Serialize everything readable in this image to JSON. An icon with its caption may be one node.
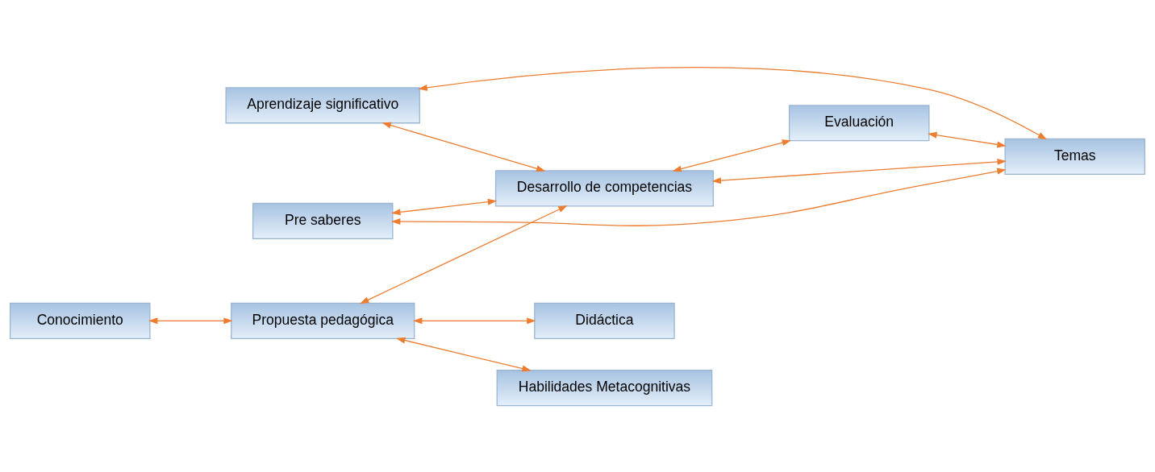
{
  "diagram": {
    "nodes": [
      {
        "text": [
          "Conocimiento"
        ]
      },
      {
        "text": [
          "Habilidades Metacognitivas"
        ]
      },
      {
        "text": [
          "Aprendizaje significativo"
        ]
      },
      {
        "text": [
          "Pre saberes"
        ]
      },
      {
        "text": [
          "Propuesta pedagógica"
        ]
      },
      {
        "text": [
          "Desarrollo de competencias"
        ]
      },
      {
        "text": [
          "Temas"
        ]
      },
      {
        "text": [
          "Didáctica"
        ]
      },
      {
        "text": [
          "Evaluación"
        ]
      }
    ],
    "edges": [
      {
        "from": 0,
        "to": 4,
        "arrow": "both"
      },
      {
        "from": 4,
        "to": 1,
        "arrow": "both"
      },
      {
        "from": 4,
        "to": 5,
        "arrow": "both"
      },
      {
        "from": 4,
        "to": 7,
        "arrow": "both"
      },
      {
        "from": 3,
        "to": 5,
        "arrow": "both"
      },
      {
        "from": 3,
        "to": 6,
        "arrow": "both"
      },
      {
        "from": 2,
        "to": 5,
        "arrow": "both"
      },
      {
        "from": 2,
        "to": 6,
        "arrow": "both"
      },
      {
        "from": 5,
        "to": 6,
        "arrow": "both"
      },
      {
        "from": 5,
        "to": 8,
        "arrow": "both"
      },
      {
        "from": 8,
        "to": 6,
        "arrow": "both"
      }
    ]
  }
}
